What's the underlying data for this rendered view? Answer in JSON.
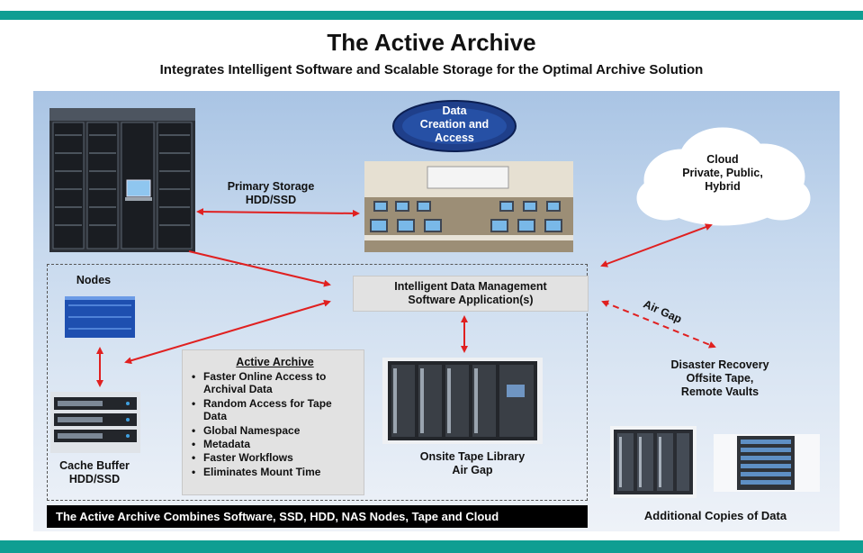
{
  "header": {
    "title": "The Active Archive",
    "subtitle": "Integrates Intelligent Software and Scalable Storage for the Optimal Archive Solution"
  },
  "hub": {
    "line1": "Data",
    "line2": "Creation and",
    "line3": "Access"
  },
  "primary_storage": {
    "line1": "Primary Storage",
    "line2": "HDD/SSD"
  },
  "cloud": {
    "line1": "Cloud",
    "line2": "Private, Public,",
    "line3": "Hybrid"
  },
  "nodes": {
    "label": "Nodes"
  },
  "management": {
    "line1": "Intelligent Data Management",
    "line2": "Software Application(s)"
  },
  "air_gap": {
    "label": "Air Gap"
  },
  "active_archive": {
    "title": "Active Archive",
    "items": [
      "Faster Online Access to Archival Data",
      "Random Access for Tape Data",
      "Global Namespace",
      "Metadata",
      "Faster Workflows",
      "Eliminates Mount Time"
    ]
  },
  "tape_library": {
    "line1": "Onsite Tape Library",
    "line2": "Air Gap"
  },
  "disaster_recovery": {
    "line1": "Disaster Recovery",
    "line2": "Offsite Tape,",
    "line3": "Remote Vaults"
  },
  "cache_buffer": {
    "line1": "Cache Buffer",
    "line2": "HDD/SSD"
  },
  "footer": {
    "banner": "The Active Archive  Combines Software, SSD, HDD, NAS Nodes, Tape  and Cloud",
    "additional": "Additional Copies of Data"
  },
  "colors": {
    "band": "#0f9e92",
    "arrow": "#e02020",
    "banner": "#000000"
  }
}
